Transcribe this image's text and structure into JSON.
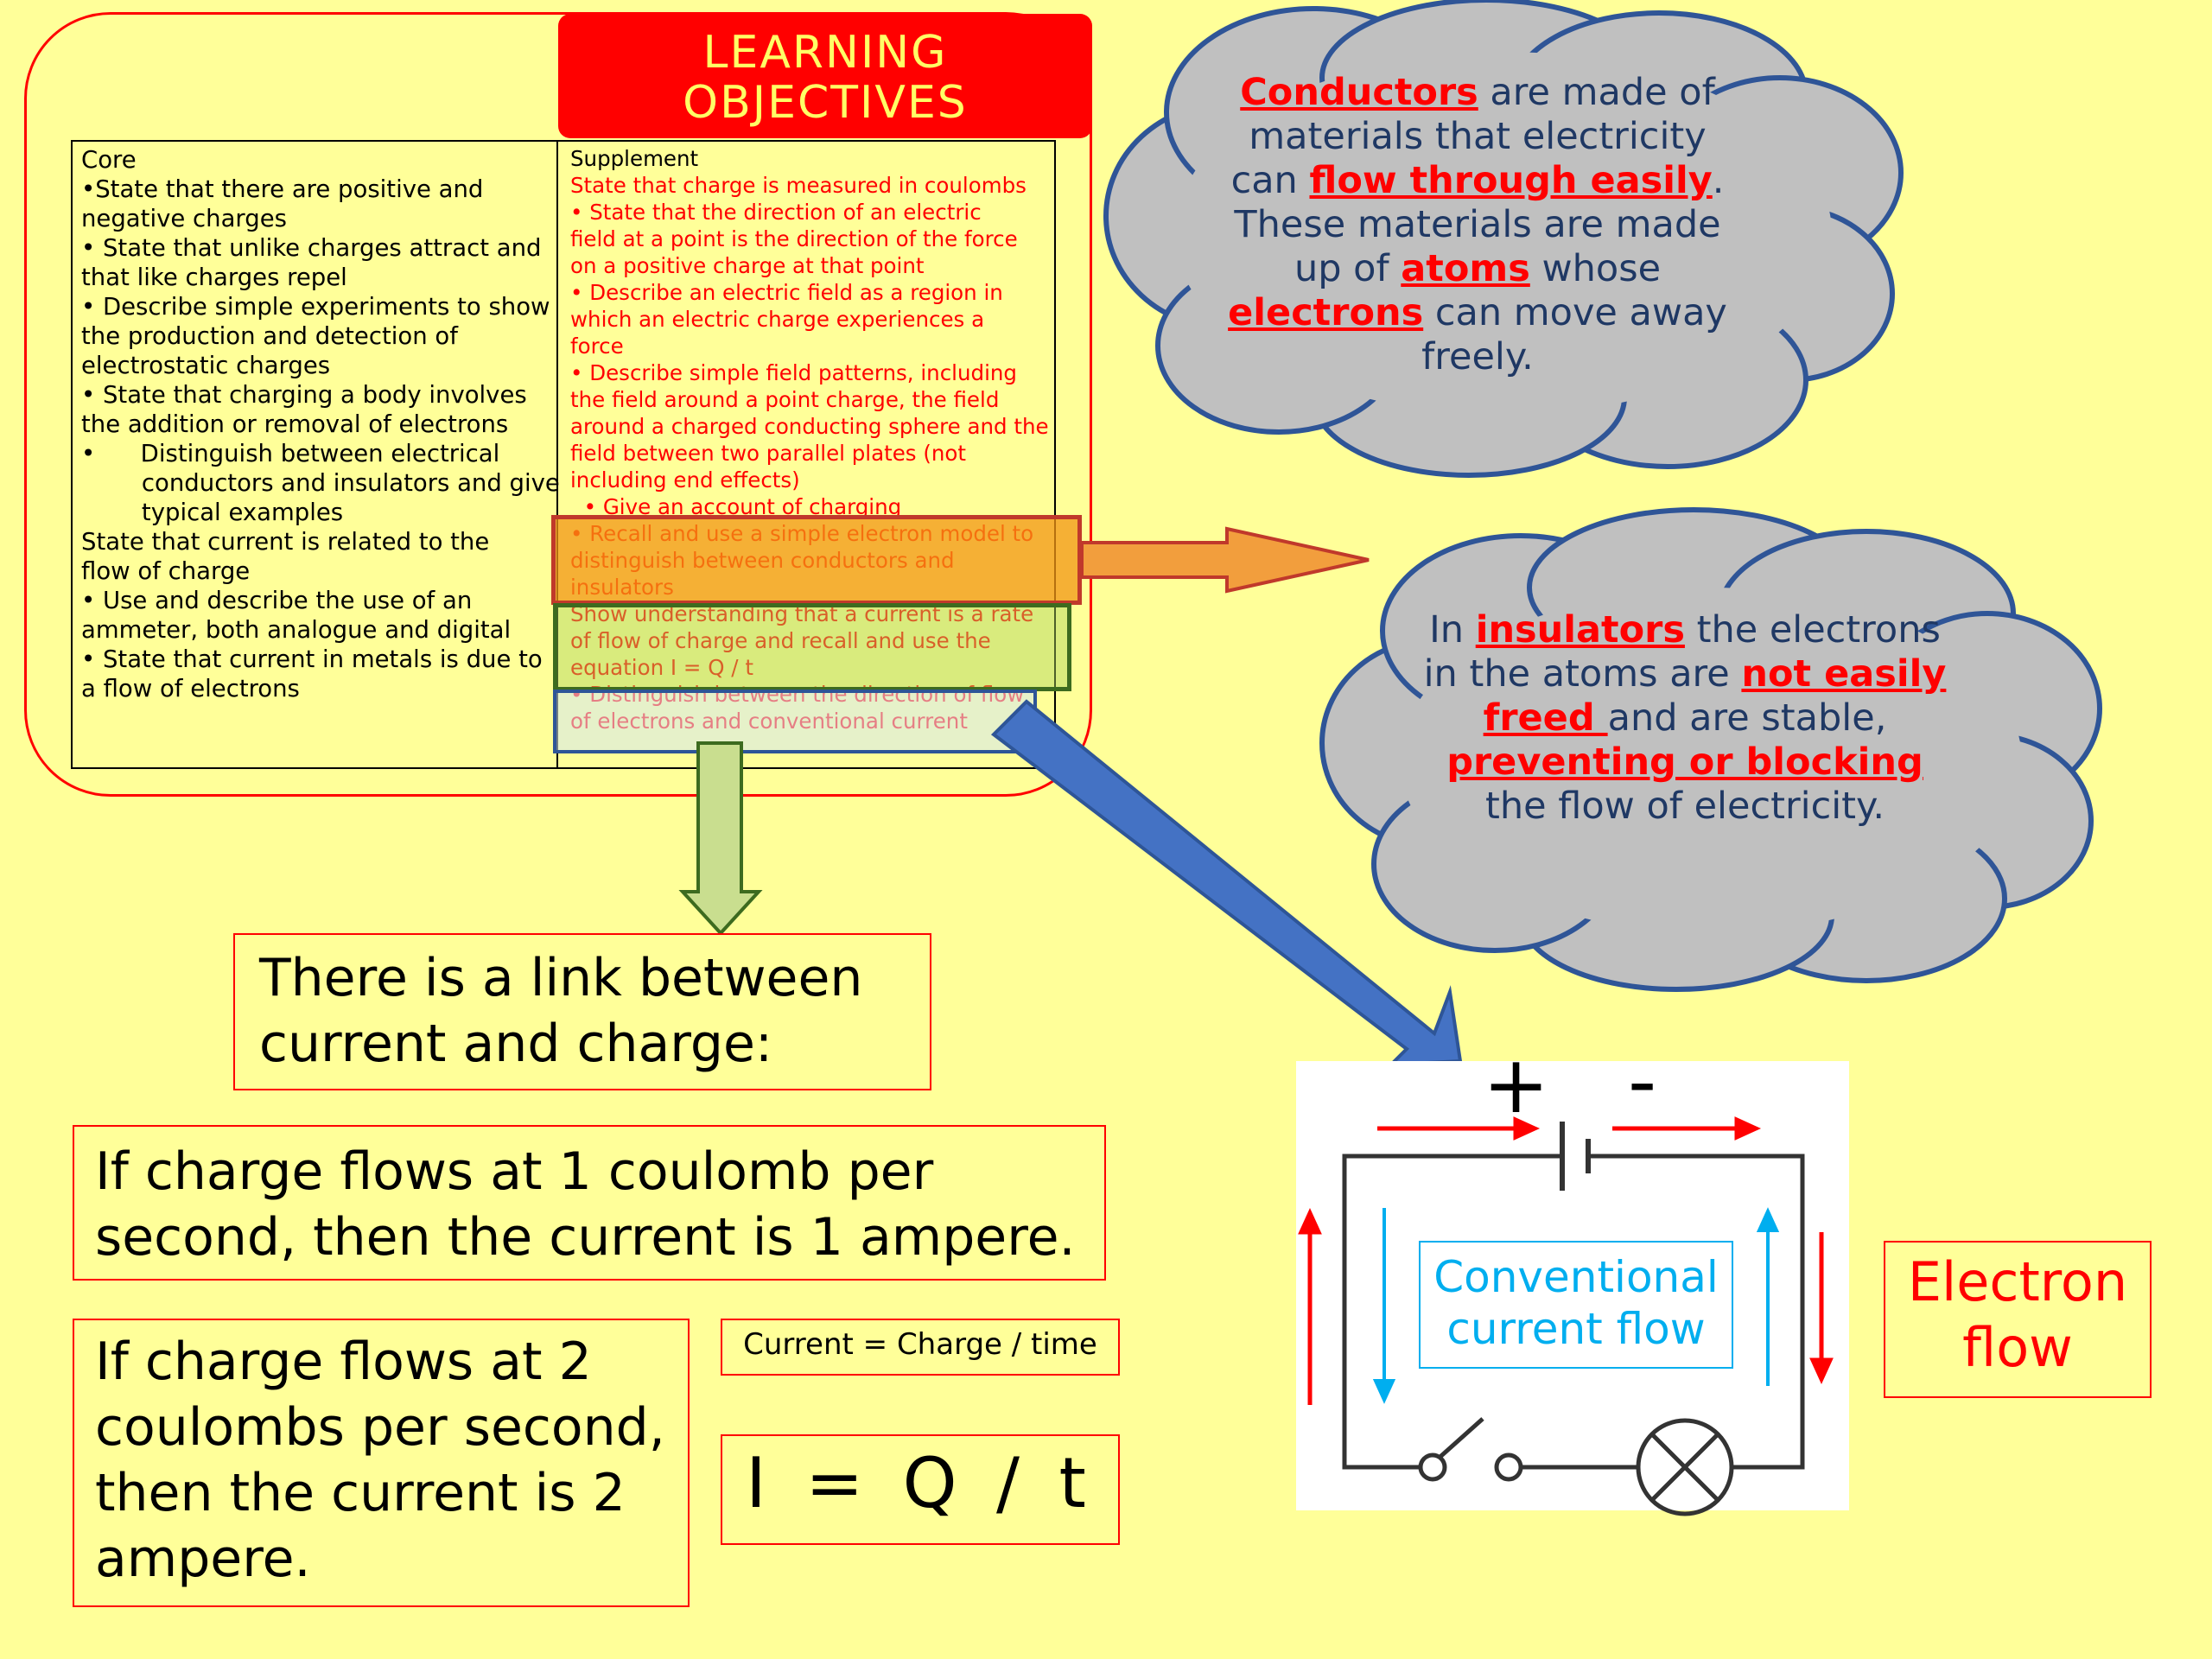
{
  "learning_objectives": {
    "title_lines": [
      "LEARNING",
      "OBJECTIVES"
    ],
    "core": {
      "header": "Core",
      "lines": [
        "•State that there are positive and",
        "negative charges",
        "• State that unlike charges attract and",
        "that like charges repel",
        "• Describe simple experiments to show",
        "the production and detection of",
        "electrostatic charges",
        "• State that charging a body involves",
        "the addition or removal of electrons",
        "•      Distinguish between electrical",
        "        conductors and insulators and give",
        "        typical examples",
        "State that current is related to the",
        "flow of charge",
        "• Use and describe the use of an",
        "ammeter, both analogue and digital",
        "• State that current in metals is due to",
        "a flow of electrons"
      ]
    },
    "supplement": {
      "header": "Supplement",
      "lines": [
        "State that charge is measured in coulombs",
        "• State that the direction of an electric",
        "field at a point is the direction of the force",
        "on a positive charge at that point",
        "• Describe an electric field as a region in",
        "which an electric charge experiences a",
        "force",
        "• Describe simple field patterns, including",
        "the field around a point charge, the field",
        "around a charged conducting sphere and the",
        "field between two parallel plates (not",
        "including end effects)",
        "  • Give an account of charging",
        "• Recall and use a simple electron model to",
        "distinguish between conductors and",
        "insulators",
        "Show understanding that a current is a rate",
        "of flow of charge and recall and use the",
        "equation I = Q / t",
        "• Distinguish between the direction of flow",
        "of electrons and conventional current"
      ]
    }
  },
  "cloud_conductors": {
    "t1": "Conductors",
    "t2": " are made of materials that electricity can ",
    "t3": "flow through easily",
    "t4": ". These materials are made up of ",
    "t5": "atoms",
    "t6": " whose ",
    "t7": "electrons",
    "t8": " can move away freely."
  },
  "cloud_insulators": {
    "t1": "In ",
    "t2": "insulators",
    "t3": " the electrons in the atoms are ",
    "t4": "not easily freed ",
    "t5": "and are stable, ",
    "t6": "preventing or blocking",
    "t7": " the flow of electricity."
  },
  "link_text": "There is a link between current and charge:",
  "statement_1": "If charge flows at 1 coulomb per second, then the current is 1 ampere.",
  "statement_2": "If charge flows at 2 coulombs per second, then the current is 2 ampere.",
  "formula_words": "Current = Charge / time",
  "formula_symbols": "I = Q / t",
  "circuit": {
    "plus": "+",
    "minus": "-",
    "conventional_label": "Conventional current flow",
    "electron_label": "Electron flow",
    "colors": {
      "electron": "#ff0000",
      "conventional": "#00aeef"
    }
  }
}
